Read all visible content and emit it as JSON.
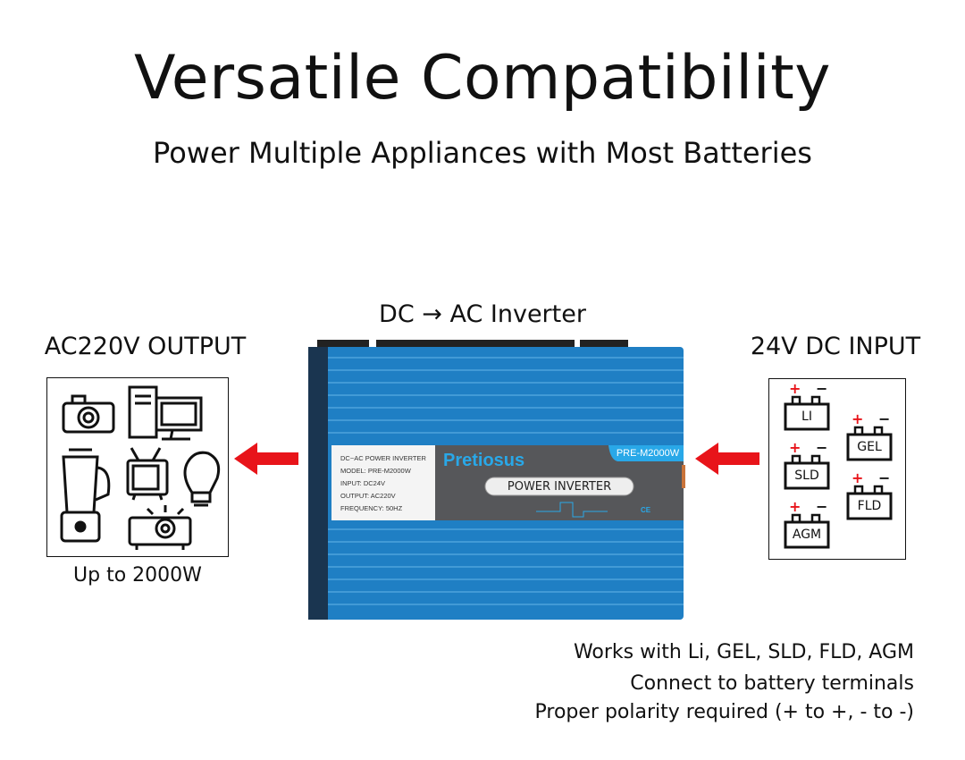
{
  "title": "Versatile Compatibility",
  "subtitle": "Power Multiple Appliances with Most Batteries",
  "center_label": "DC → AC Inverter",
  "output": {
    "label": "AC220V OUTPUT",
    "caption": "Up to 2000W",
    "appliances": [
      "camera-icon",
      "desktop-computer-icon",
      "blender-icon",
      "tv-icon",
      "light-bulb-icon",
      "projector-icon"
    ]
  },
  "input": {
    "label": "24V DC INPUT",
    "batteries": [
      "LI",
      "GEL",
      "SLD",
      "FLD",
      "AGM"
    ],
    "plus": "+",
    "minus": "−"
  },
  "inverter": {
    "spec_lines": [
      "DC~AC POWER INVERTER",
      "MODEL:  PRE-M2000W",
      "INPUT:  DC24V",
      "OUTPUT:  AC220V",
      "FREQUENCY:  50HZ"
    ],
    "brand": "Pretiosus",
    "model_tag": "PRE-M2000W",
    "product": "POWER INVERTER",
    "cert": "CE"
  },
  "notes": [
    "Works with Li, GEL, SLD, FLD, AGM",
    "Connect to battery terminals",
    "Proper polarity required (+ to +, - to -)"
  ],
  "colors": {
    "arrow": "#e8141a",
    "inverter_blue": "#1f7fc4",
    "brand_blue": "#29a8e8",
    "label_grey": "#56575a"
  }
}
